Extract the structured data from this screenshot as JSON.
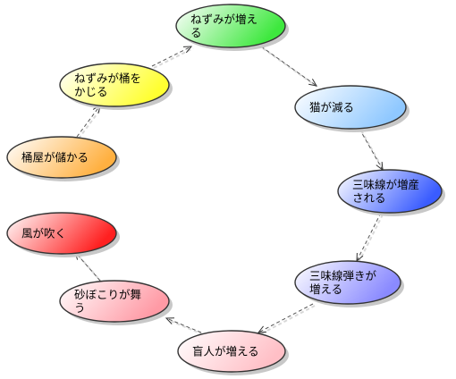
{
  "diagram": {
    "nodes": [
      {
        "id": "nezumi-fueru",
        "lines": [
          "ねずみが増え",
          "る"
        ],
        "color_light": "#ffffff",
        "color_dark": "#3ee83e"
      },
      {
        "id": "neko-heru",
        "lines": [
          "猫が減る"
        ],
        "color_light": "#ffffff",
        "color_dark": "#8fc8ff"
      },
      {
        "id": "shamisen-fueru",
        "lines": [
          "三味線が増産",
          "される"
        ],
        "color_light": "#ffffff",
        "color_dark": "#3a5cff"
      },
      {
        "id": "shamisen-hiki",
        "lines": [
          "三味線弾きが",
          "増える"
        ],
        "color_light": "#ffffff",
        "color_dark": "#8a8aff"
      },
      {
        "id": "mojin-fueru",
        "lines": [
          "盲人が増える"
        ],
        "color_light": "#ffffff",
        "color_dark": "#ffbfc6"
      },
      {
        "id": "sunabokori",
        "lines": [
          "砂ぼこりが舞",
          "う"
        ],
        "color_light": "#ffffff",
        "color_dark": "#ff9aa5"
      },
      {
        "id": "kaze-fuku",
        "lines": [
          "風が吹く"
        ],
        "color_light": "#ffffff",
        "color_dark": "#ff2020"
      },
      {
        "id": "okeya-moukaru",
        "lines": [
          "桶屋が儲かる"
        ],
        "color_light": "#ffffff",
        "color_dark": "#ffb040"
      },
      {
        "id": "nezumi-kajiru",
        "lines": [
          "ねずみが桶を",
          "かじる"
        ],
        "color_light": "#ffffff",
        "color_dark": "#ffff30"
      }
    ],
    "edges": [
      {
        "from": "nezumi-fueru",
        "to": "neko-heru"
      },
      {
        "from": "neko-heru",
        "to": "shamisen-fueru"
      },
      {
        "from": "shamisen-fueru",
        "to": "shamisen-hiki"
      },
      {
        "from": "shamisen-hiki",
        "to": "mojin-fueru"
      },
      {
        "from": "mojin-fueru",
        "to": "sunabokori"
      },
      {
        "from": "sunabokori",
        "to": "kaze-fuku"
      },
      {
        "from": "okeya-moukaru",
        "to": "nezumi-kajiru"
      },
      {
        "from": "nezumi-kajiru",
        "to": "nezumi-fueru"
      }
    ]
  }
}
